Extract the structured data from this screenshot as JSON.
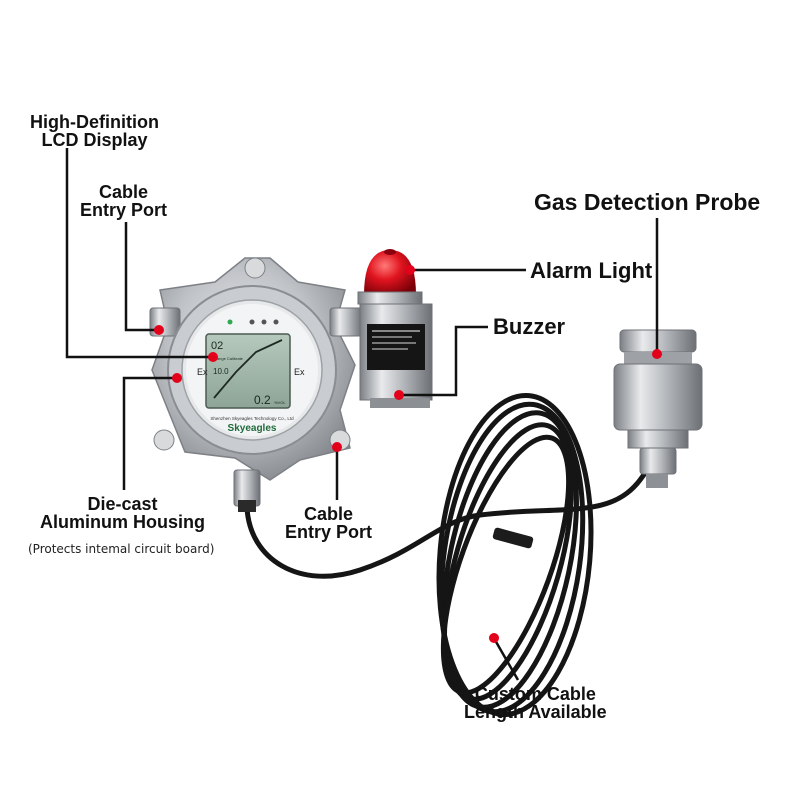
{
  "labels": {
    "lcd": {
      "line1": "High-Definition",
      "line2": "LCD Display"
    },
    "cable_port_top": {
      "line1": "Cable",
      "line2": "Entry Port"
    },
    "gas_probe": "Gas Detection Probe",
    "alarm_light": "Alarm Light",
    "buzzer": "Buzzer",
    "housing": {
      "line1": "Die-cast",
      "line2": "Aluminum Housing",
      "note": "(Protects intemal circuit board)"
    },
    "cable_port_bottom": {
      "line1": "Cable",
      "line2": "Entry Port"
    },
    "custom_cable": {
      "line1": "Custom Cable",
      "line2": "Length Available"
    }
  },
  "device": {
    "brand": "Skyeagles",
    "company": "Shenzhen Skyeagles Technology Co., Ltd",
    "ex_mark": "Ex",
    "screen_reading_top": "02",
    "screen_reading_mid": "10.0",
    "screen_reading_bottom": "0.2",
    "screen_caption": "Range Calibrate",
    "screen_unit": "%VOL"
  },
  "colors": {
    "callout_dot": "#e3001b",
    "callout_line": "#111111",
    "metal": "#b9bcc0",
    "lcd_screen": "#9fb6a8",
    "alarm_dome": "#d0101a",
    "cable": "#151515"
  },
  "icons": [
    "callout-dot-icon",
    "callout-leader-line"
  ]
}
